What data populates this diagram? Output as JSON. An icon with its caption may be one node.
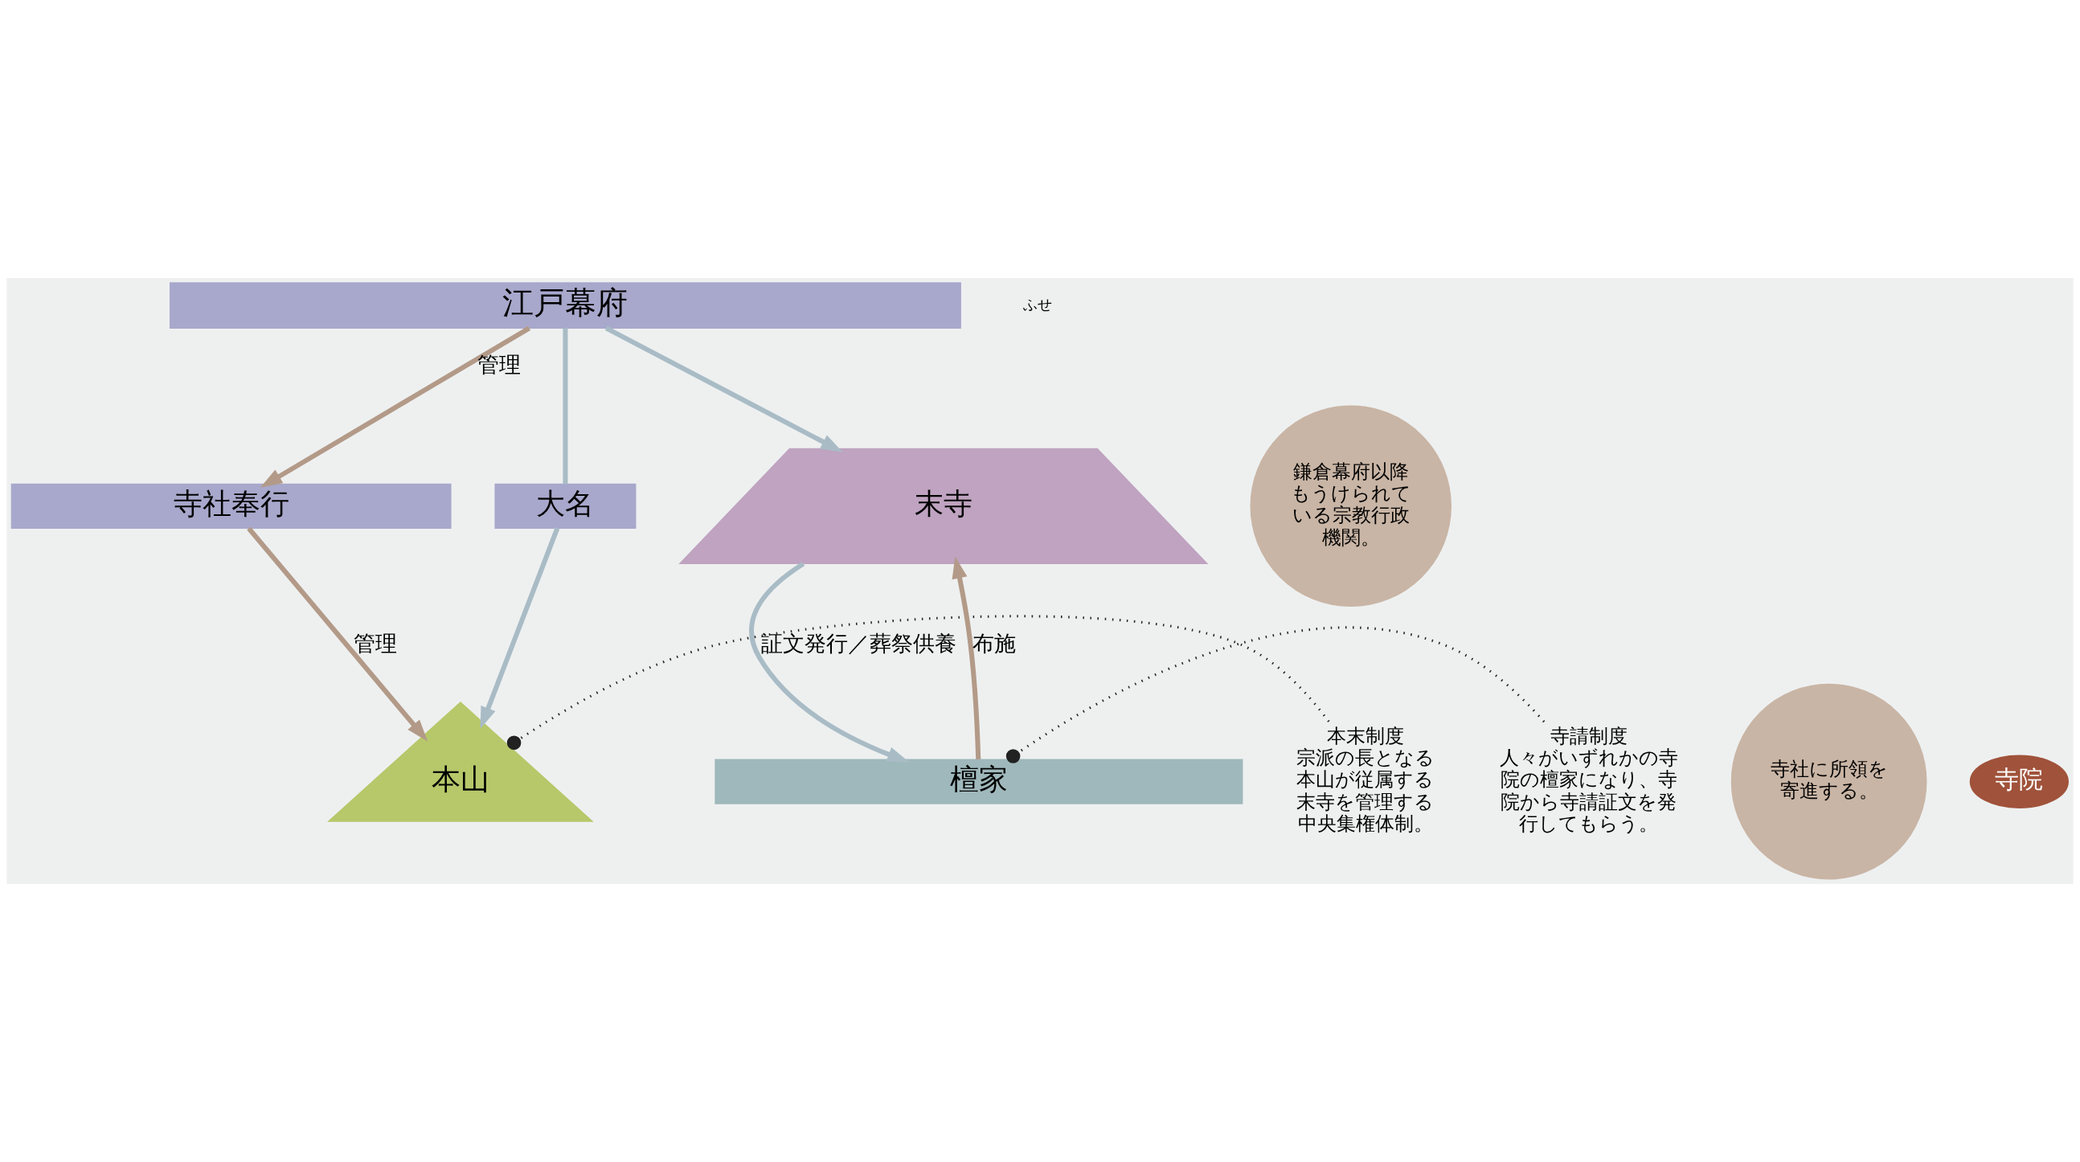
{
  "diagram": {
    "nodes": [
      {
        "text": [
          "江戸幕府"
        ]
      },
      {
        "text": [
          "寺社奉行"
        ]
      },
      {
        "text": [
          "大名"
        ]
      },
      {
        "text": [
          "鎌倉幕府以降もうけられている宗教行政機関。"
        ]
      },
      {
        "text": [
          "寺社に所領を寄進する。"
        ]
      },
      {
        "text": [
          "寺院"
        ]
      },
      {
        "text": [
          "本山"
        ]
      },
      {
        "text": [
          "末寺"
        ]
      },
      {
        "text": [
          "本末制度",
          "宗派の長となる本山が従属する末寺を管理する中央集権体制。"
        ]
      },
      {
        "text": [
          "寺請制度",
          "人々がいずれかの寺院の檀家になり、寺院から寺請証文を発行してもらう。"
        ]
      },
      {
        "text": [
          "檀家"
        ]
      }
    ],
    "edges": [
      {
        "from": 0,
        "to": 1,
        "arrow": "to",
        "label": "管理",
        "color": "#b39a88"
      },
      {
        "from": 1,
        "to": 6,
        "arrow": "to",
        "label": "管理",
        "color": "#b39a88"
      },
      {
        "from": 0,
        "to": 2,
        "arrow": "none"
      },
      {
        "from": 2,
        "to": 6,
        "arrow": "to"
      },
      {
        "from": 0,
        "to": 7,
        "arrow": "to"
      },
      {
        "from": 10,
        "to": 7,
        "arrow": "to",
        "label": "布施",
        "color": "#b39a88"
      },
      {
        "from": 7,
        "to": 10,
        "arrow": "to",
        "label": "証文発行／葬祭供養"
      },
      {
        "from": 8,
        "to": 6,
        "arrow": "other",
        "style": "dashed",
        "color": "#222222"
      },
      {
        "from": 9,
        "to": 10,
        "arrow": "other",
        "style": "dashed",
        "color": "#222222"
      }
    ],
    "labels": [
      "ふせ"
    ]
  }
}
